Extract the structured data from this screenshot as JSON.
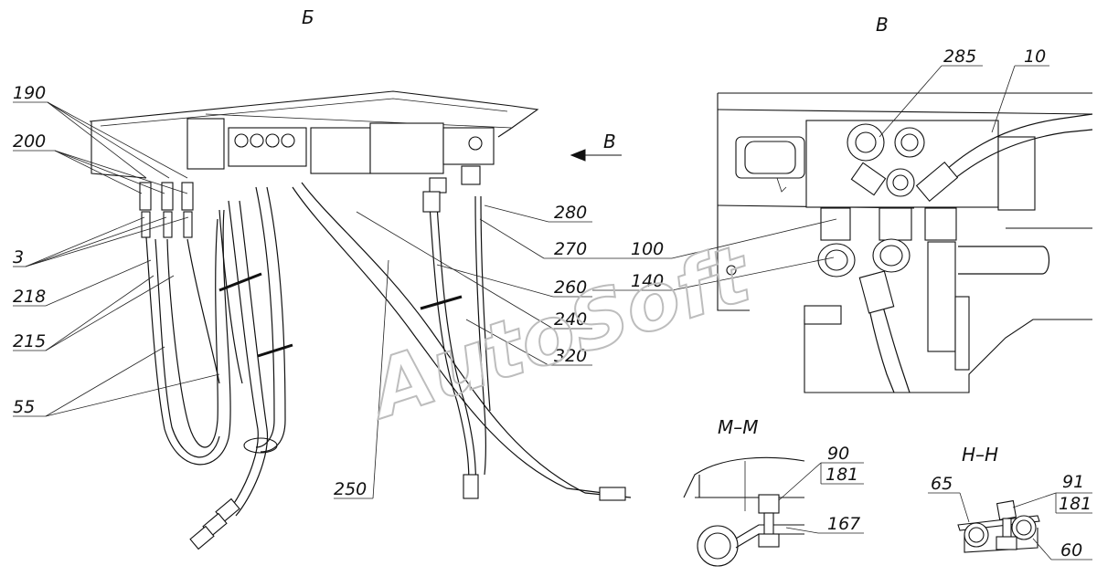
{
  "views": {
    "b": "Б",
    "v": "В",
    "mm": "M–M",
    "nn": "Н–Н",
    "arrow_v": "В"
  },
  "labels_left": {
    "p190": "190",
    "p200": "200",
    "p3": "3",
    "p218": "218",
    "p215": "215",
    "p55": "55",
    "p250": "250"
  },
  "labels_right": {
    "p280": "280",
    "p270": "270",
    "p260": "260",
    "p240": "240",
    "p320": "320"
  },
  "labels_view_v": {
    "p285": "285",
    "p10": "10",
    "p100": "100",
    "p140": "140"
  },
  "labels_mm": {
    "p90": "90",
    "p181": "181",
    "p167": "167"
  },
  "labels_nn": {
    "p65": "65",
    "p91": "91",
    "p181": "181",
    "p60": "60"
  },
  "watermark": "AutoSoft"
}
